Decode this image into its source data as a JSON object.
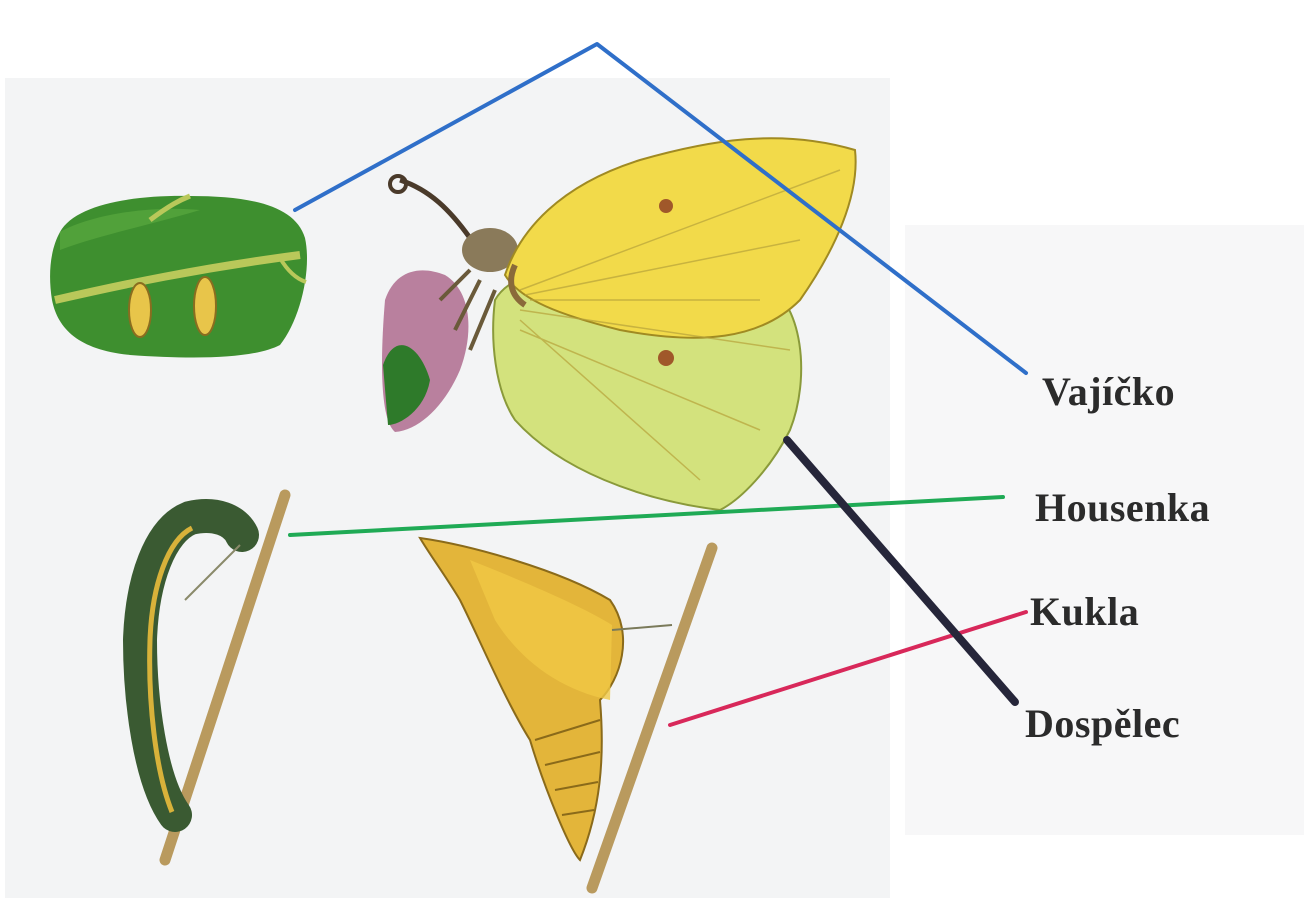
{
  "labels": {
    "egg": "Vajíčko",
    "larva": "Housenka",
    "pupa": "Kukla",
    "adult": "Dospělec"
  },
  "colors": {
    "egg_line": "#2f6fc9",
    "larva_line": "#1faa55",
    "pupa_line": "#d8285a",
    "adult_line": "#26263a",
    "leaf": "#3d8f2e",
    "wing": "#f2da4a",
    "hindwing": "#cfe07a",
    "stem": "#b99a5e"
  },
  "icons": {
    "egg": "eggs-on-leaf-illustration",
    "adult": "brimstone-butterfly-illustration",
    "larva": "caterpillar-illustration",
    "pupa": "chrysalis-illustration"
  }
}
